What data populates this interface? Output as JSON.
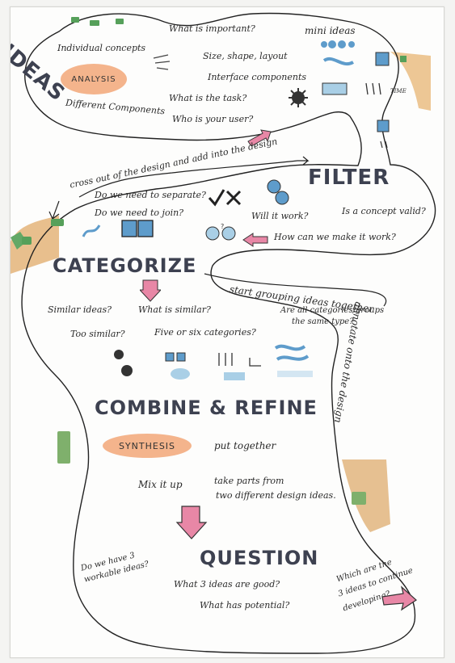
{
  "ideas": {
    "heading": "IDEAS",
    "individual_concepts": "Individual concepts",
    "analysis": "ANALYSIS",
    "different_components": "Different Components",
    "what_is_important": "What is important?",
    "mini_ideas": "mini ideas",
    "size_shape_layout": "Size, shape, layout",
    "interface_components": "Interface components",
    "what_is_task": "What is the task?",
    "who_is_user": "Who is your user?",
    "time_label": "TIME"
  },
  "filter": {
    "heading": "FILTER",
    "cross_out": "cross out of the design and add into the design",
    "need_separate": "Do we need to separate?",
    "need_join": "Do we need to join?",
    "will_it_work": "Will it work?",
    "concept_valid": "Is a concept valid?",
    "how_make_work": "How can we make it work?"
  },
  "categorize": {
    "heading": "CATEGORIZE",
    "start_grouping": "start grouping ideas together",
    "similar_ideas": "Similar ideas?",
    "what_is_similar": "What is similar?",
    "all_categories": "Are all categories/groups",
    "same_type": "the same type?",
    "too_similar": "Too similar?",
    "five_six": "Five or six categories?",
    "annotate": "annotate onto the design"
  },
  "combine": {
    "heading": "COMBINE & REFINE",
    "synthesis": "SYNTHESIS",
    "put_together": "put together",
    "mix_it_up": "Mix it up",
    "take_parts": "take parts from",
    "two_designs": "two different design ideas."
  },
  "question": {
    "heading": "QUESTION",
    "three_workable_1": "Do we have 3",
    "three_workable_2": "workable ideas?",
    "three_good": "What 3 ideas are good?",
    "potential": "What has potential?",
    "which_continue_1": "Which are the",
    "which_continue_2": "3 ideas to continue",
    "which_continue_3": "developing?"
  },
  "colors": {
    "ink": "#2a2a2a",
    "heading": "#3d4150",
    "orange": "#f4b48c",
    "pink": "#e887a6",
    "blue": "#5e9ccb",
    "light_blue": "#a9cfe6",
    "green": "#56a05a",
    "tan": "#d9a25c"
  },
  "icons": [
    "tick-cross-icon",
    "gear-icon",
    "pink-arrow-icon",
    "blue-squares-icon",
    "splat-icon",
    "dots-icon"
  ]
}
